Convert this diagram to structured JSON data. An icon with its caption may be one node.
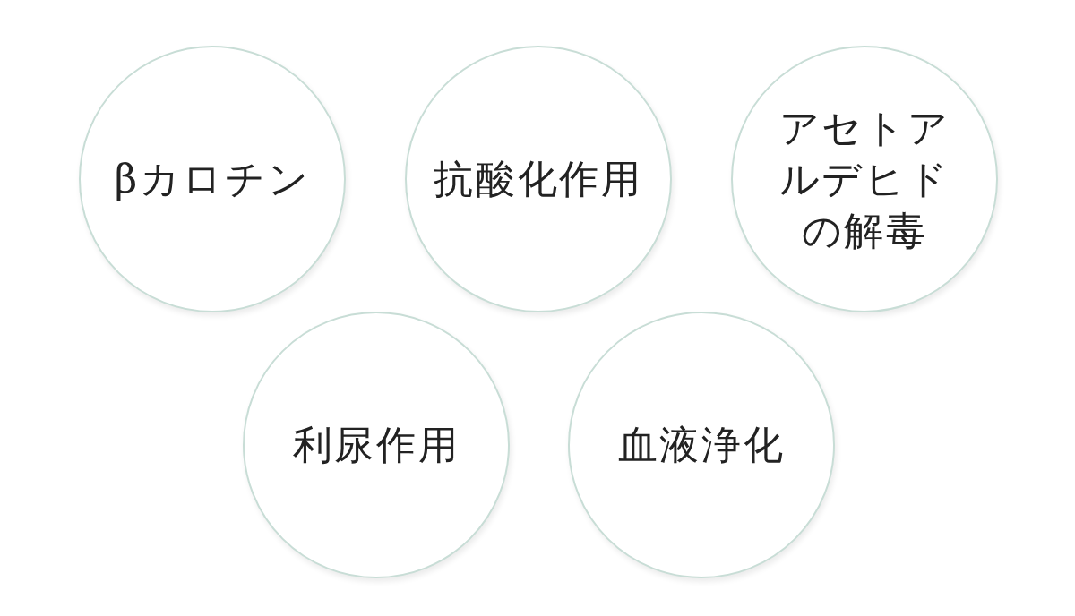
{
  "diagram": {
    "nodes": [
      {
        "text": [
          "βカロチン"
        ]
      },
      {
        "text": [
          "抗酸化作用"
        ]
      },
      {
        "text": [
          "アセトアルデヒドの解毒"
        ]
      },
      {
        "text": [
          "利尿作用"
        ]
      },
      {
        "text": [
          "血液浄化"
        ]
      }
    ]
  }
}
